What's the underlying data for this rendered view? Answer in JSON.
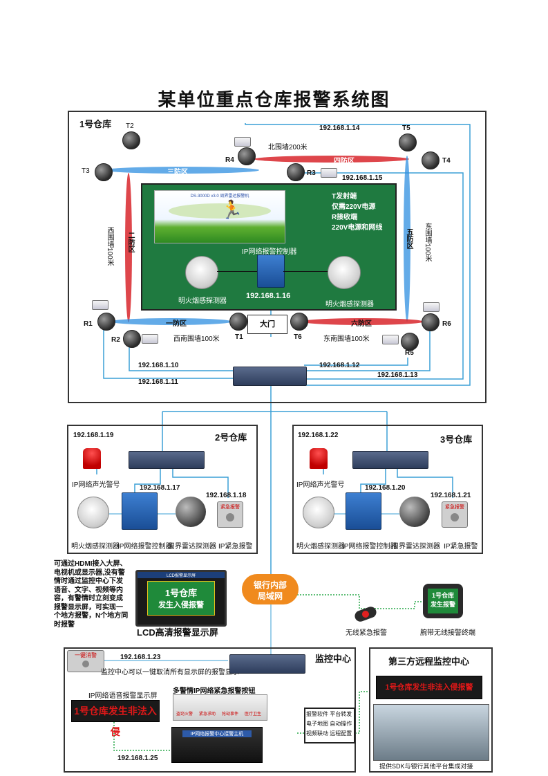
{
  "title": "某单位重点仓库报警系统图",
  "wh1": {
    "name": "1号仓库",
    "cams": {
      "T1": "T1",
      "T2": "T2",
      "T3": "T3",
      "T4": "T4",
      "T5": "T5",
      "T6": "T6",
      "R1": "R1",
      "R2": "R2",
      "R3": "R3",
      "R4": "R4",
      "R5": "R5",
      "R6": "R6"
    },
    "walls": {
      "north": "北围墙200米",
      "west": "西围墙100米",
      "east": "东围墙100米",
      "southwest": "西南围墙100米",
      "southeast": "东南围墙100米"
    },
    "zones": {
      "z1": "一防区",
      "z2": "二防区",
      "z3": "三防区",
      "z4": "四防区",
      "z5": "五防区",
      "z6": "六防区"
    },
    "gate": "大门",
    "banner": "DS-3000D v3.0 周界雷达报警机",
    "note_t": "T发射端\n仅需220V电源",
    "note_r": "R接收端\n220V电源和网线",
    "controller": "IP网络报警控制器",
    "smoke_left": "明火烟感探测器",
    "smoke_right": "明火烟感探测器",
    "ips": {
      "ip14": "192.168.1.14",
      "ip15": "192.168.1.15",
      "ip16": "192.168.1.16",
      "ip10": "192.168.1.10",
      "ip11": "192.168.1.11",
      "ip12": "192.168.1.12",
      "ip13": "192.168.1.13"
    }
  },
  "wh2": {
    "name": "2号仓库",
    "ip_alarm": "192.168.1.19",
    "ip_ctrl": "192.168.1.17",
    "ip_panic": "192.168.1.18",
    "alarm": "IP网络声光警号",
    "smoke": "明火烟感探测器",
    "controller": "IP网络报警控制器",
    "radar": "周界雷达探测器",
    "panic": "IP紧急报警",
    "panic_text": "紧急报警"
  },
  "wh3": {
    "name": "3号仓库",
    "ip_alarm": "192.168.1.22",
    "ip_ctrl": "192.168.1.20",
    "ip_panic": "192.168.1.21",
    "alarm": "IP网络声光警号",
    "smoke": "明火烟感探测器",
    "controller": "IP网络报警控制器",
    "radar": "周界雷达探测器",
    "panic": "IP紧急报警",
    "panic_text": "紧急报警"
  },
  "hdmi_note": "可通过HDMI接入大屏、电视机或显示器,没有警情时通过监控中心下发语音、文字、视频等内容，有警情时立刻变成报警显示屏，可实现一个地方报警，N个地方同时报警",
  "lcd": {
    "screen_header": "LCD报警显示屏",
    "line1": "1号仓库",
    "line2": "发生入侵报警",
    "caption": "LCD高清报警显示屏"
  },
  "lan": "银行内部\n局域网",
  "wireless": {
    "panic": "无线紧急报警",
    "watch": "腕带无线接警终端",
    "watch_l1": "1号仓库",
    "watch_l2": "发生报警"
  },
  "center": {
    "name": "监控中心",
    "cancel_btn": "一键消警",
    "ip23": "192.168.1.23",
    "cancel_note": "监控中心可以一键取消所有显示屏的报警显示",
    "led_caption": "IP网络语音报警显示屏",
    "led_text": "1号仓库发生非法入侵",
    "panel_title": "多警情IP网络紧急报警按钮",
    "panel_buttons": [
      "盗窃火警",
      "紧急求助",
      "抢劫事件",
      "医疗卫生"
    ],
    "host": "IP网络报警中心接警主机",
    "ip25": "192.168.1.25",
    "software": "报警软件 平台转发\n电子地图 自动操作\n视频联动 远程配置"
  },
  "third": {
    "name": "第三方远程监控中心",
    "led_text": "1号仓库发生非法入侵报警",
    "caption": "提供SDK与银行其他平台集成对接"
  },
  "colors": {
    "line": "#3a9fd6",
    "green": "#1f7a40",
    "zone_red": "#d8262b",
    "zone_blue": "#2f8fe0",
    "led_red": "#e01818"
  }
}
